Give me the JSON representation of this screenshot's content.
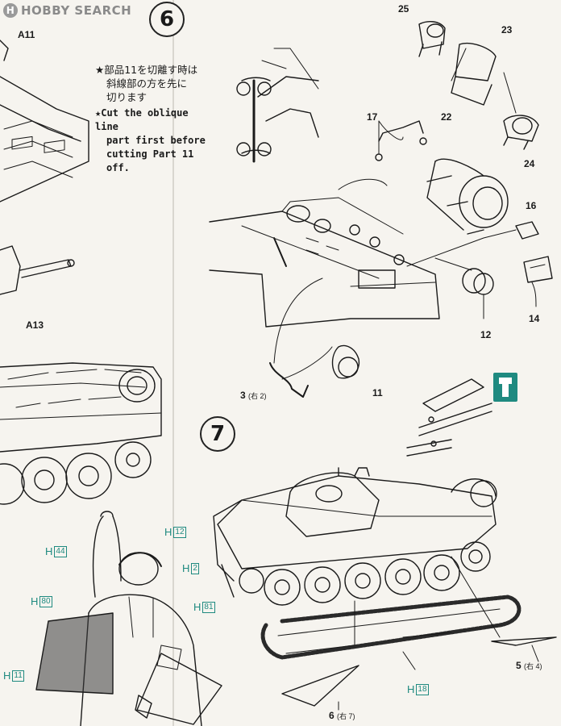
{
  "watermark": {
    "logo": "H",
    "text": "HOBBY SEARCH"
  },
  "steps": {
    "step6": "6",
    "step7": "7"
  },
  "note": {
    "jp_line1": "★部品11を切離す時は",
    "jp_line2": "斜線部の方を先に",
    "jp_line3": "切ります",
    "en_line1": "★Cut the oblique line",
    "en_line2": "part first before",
    "en_line3": "cutting Part 11 off."
  },
  "parts": {
    "a11": "A11",
    "a13": "A13",
    "p25": "25",
    "p23": "23",
    "p22": "22",
    "p24": "24",
    "p17": "17",
    "p16": "16",
    "p14": "14",
    "p12": "12",
    "p11": "11",
    "p3": "3",
    "p3_sub": "(右 2)",
    "p6": "6",
    "p6_sub": "(右 7)",
    "p5": "5",
    "p5_sub": "(右 4)"
  },
  "h_parts": {
    "h44": {
      "prefix": "H",
      "num": "44"
    },
    "h12": {
      "prefix": "H",
      "num": "12"
    },
    "h2": {
      "prefix": "H",
      "num": "2"
    },
    "h80": {
      "prefix": "H",
      "num": "80"
    },
    "h81": {
      "prefix": "H",
      "num": "81"
    },
    "h11": {
      "prefix": "H",
      "num": "11"
    },
    "h18": {
      "prefix": "H",
      "num": "18"
    }
  },
  "colors": {
    "accent": "#1f8a80",
    "ink": "#1a1a1a",
    "paper": "#f6f4ef"
  },
  "icons": {
    "cement_tool": "glue-icon"
  }
}
